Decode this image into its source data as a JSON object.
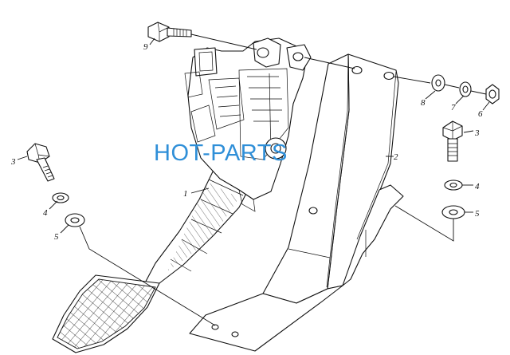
{
  "watermark": "HOT-PARTS",
  "watermark_color": "#2f8fd8",
  "callouts": [
    {
      "id": "c9",
      "label": "9"
    },
    {
      "id": "c8",
      "label": "8"
    },
    {
      "id": "c7",
      "label": "7"
    },
    {
      "id": "c6",
      "label": "6"
    },
    {
      "id": "c2",
      "label": "2"
    },
    {
      "id": "c1",
      "label": "1"
    },
    {
      "id": "c3L",
      "label": "3"
    },
    {
      "id": "c4L",
      "label": "4"
    },
    {
      "id": "c5L",
      "label": "5"
    },
    {
      "id": "c3R",
      "label": "3"
    },
    {
      "id": "c4R",
      "label": "4"
    },
    {
      "id": "c5R",
      "label": "5"
    }
  ]
}
